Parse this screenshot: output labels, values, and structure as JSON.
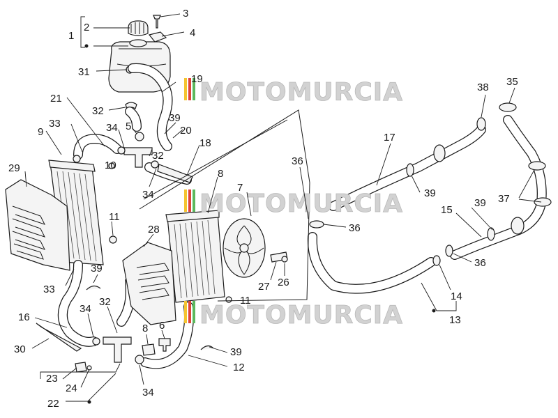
{
  "watermark": {
    "text": "MOTOMURCIA"
  },
  "callouts": {
    "c1": "1",
    "c2": "2",
    "c3": "3",
    "c4": "4",
    "c5": "5",
    "c6": "6",
    "c7": "7",
    "c8a": "8",
    "c8b": "8",
    "c9": "9",
    "c10": "10",
    "c11a": "11",
    "c11b": "11",
    "c12": "12",
    "c13": "13",
    "c14": "14",
    "c15": "15",
    "c16": "16",
    "c17": "17",
    "c18": "18",
    "c19": "19",
    "c20": "20",
    "c21": "21",
    "c22": "22",
    "c23": "23",
    "c24": "24",
    "c26": "26",
    "c27": "27",
    "c28": "28",
    "c29": "29",
    "c30": "30",
    "c31": "31",
    "c32a": "32",
    "c32b": "32",
    "c32c": "32",
    "c33a": "33",
    "c33b": "33",
    "c34a": "34",
    "c34b": "34",
    "c34c": "34",
    "c34d": "34",
    "c35": "35",
    "c36a": "36",
    "c36b": "36",
    "c36c": "36",
    "c37": "37",
    "c38": "38",
    "c39a": "39",
    "c39b": "39",
    "c39c": "39",
    "c39d": "39",
    "c39e": "39"
  }
}
